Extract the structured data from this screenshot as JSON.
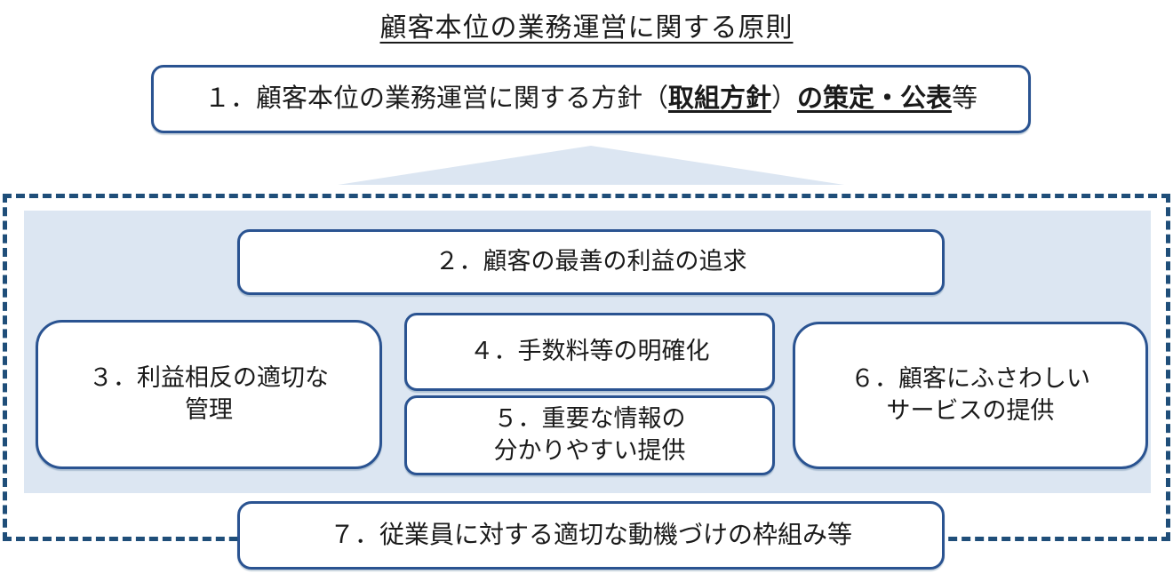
{
  "title": "顧客本位の業務運営に関する原則",
  "principles": {
    "p1": {
      "prefix": "１．顧客本位の業務運営に関する方針（",
      "bold_underline_1": "取組方針",
      "mid": "）",
      "bold_underline_2": "の策定・公表",
      "suffix": "等"
    },
    "p2": "２．顧客の最善の利益の追求",
    "p3_line1": "３．利益相反の適切な",
    "p3_line2": "管理",
    "p4": "４．手数料等の明確化",
    "p5_line1": "５．重要な情報の",
    "p5_line2": "分かりやすい提供",
    "p6_line1": "６．顧客にふさわしい",
    "p6_line2": "サービスの提供",
    "p7": "７．従業員に対する適切な動機づけの枠組み等"
  },
  "colors": {
    "box_border": "#2a5391",
    "dashed_border": "#1f4e79",
    "light_fill": "#dce6f2",
    "text": "#1a1a1a",
    "background": "#ffffff"
  }
}
